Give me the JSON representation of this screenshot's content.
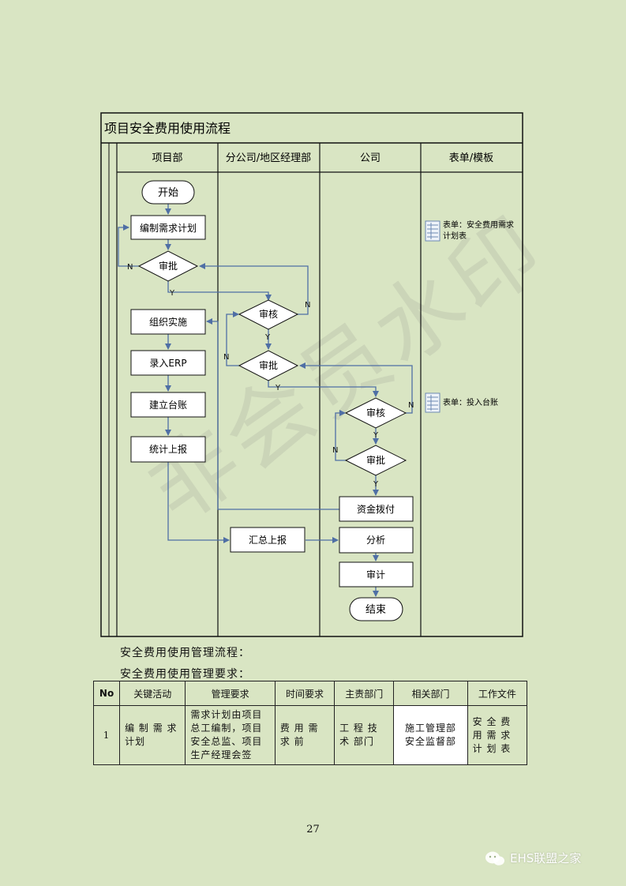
{
  "flow": {
    "title": "项目安全费用使用流程",
    "lanes": [
      "项目部",
      "分公司/地区经理部",
      "公司",
      "表单/模板"
    ],
    "nodes": {
      "start": "开始",
      "plan": "编制需求计划",
      "approve1": "审批",
      "organize": "组织实施",
      "erp": "录入ERP",
      "ledger": "建立台账",
      "report": "统计上报",
      "review1": "审核",
      "approve2": "审批",
      "summary": "汇总上报",
      "review2": "审核",
      "approve3": "审批",
      "funds": "资金拨付",
      "analyze": "分析",
      "audit": "审计",
      "end": "结束"
    },
    "forms": {
      "form1_l1": "表单：安全费用需求",
      "form1_l2": "计划表",
      "form2": "表单：投入台账"
    },
    "edge_labels": {
      "yes": "Y",
      "no": "N"
    }
  },
  "subtitle1": "安全费用使用管理流程：",
  "subtitle2": "安全费用使用管理要求：",
  "table": {
    "headers": [
      "No",
      "关键活动",
      "管理要求",
      "时间要求",
      "主责部门",
      "相关部门",
      "工作文件"
    ],
    "rows": [
      [
        "1",
        "编 制 需 求 计划",
        "需求计划由项目总工编制，项目安全总监、项目生产经理会签",
        "费 用 需 求 前",
        "工 程 技 术 部门",
        "施工管理部 安全监督部",
        "安 全 费 用 需 求 计 划 表"
      ]
    ]
  },
  "page_number": "27",
  "brand": "EHS联盟之家",
  "watermark": "非会员水印",
  "colors": {
    "background": "#d9e5c3",
    "arrow": "#4f6fa5",
    "white_cell": "#ffffff"
  }
}
